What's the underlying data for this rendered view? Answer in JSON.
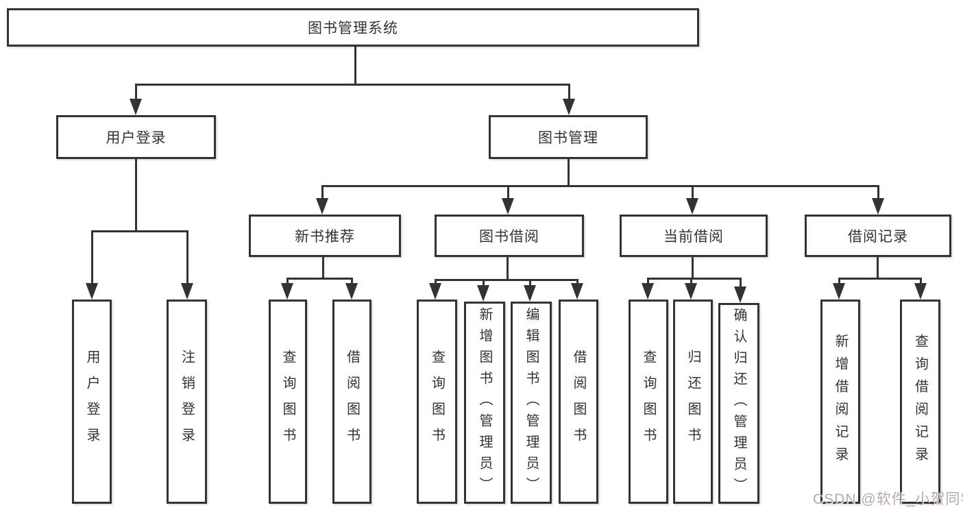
{
  "tree": {
    "root": {
      "label": "图书管理系统"
    },
    "branches": [
      {
        "label": "用户登录",
        "children": [
          "用户登录",
          "注销登录"
        ]
      },
      {
        "label": "图书管理",
        "groups": [
          {
            "label": "新书推荐",
            "children": [
              "查询图书",
              "借阅图书"
            ]
          },
          {
            "label": "图书借阅",
            "children": [
              "查询图书",
              "新增图书（管理员）",
              "编辑图书（管理员）",
              "借阅图书"
            ]
          },
          {
            "label": "当前借阅",
            "children": [
              "查询图书",
              "归还图书",
              "确认归还（管理员）"
            ]
          },
          {
            "label": "借阅记录",
            "children": [
              "新增借阅记录",
              "查询借阅记录"
            ]
          }
        ]
      }
    ]
  },
  "watermark": {
    "text": "CSDN @软件_小贺同学"
  },
  "colors": {
    "line": "#333333",
    "box_border": "#333333",
    "text": "#333333",
    "background": "#ffffff",
    "watermark": "#ae9898"
  }
}
